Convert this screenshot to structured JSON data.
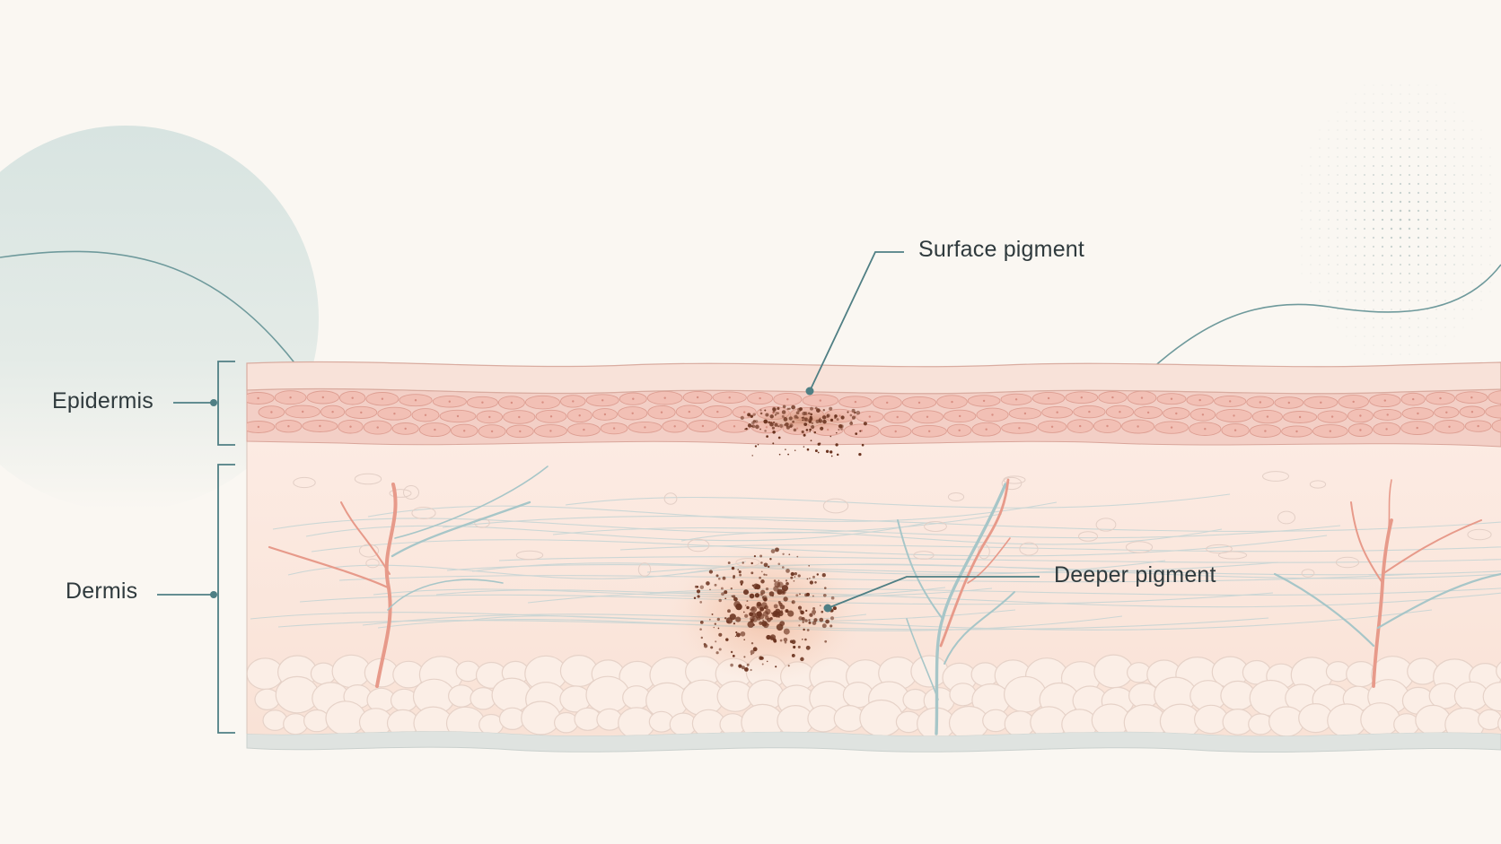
{
  "labels": {
    "epidermis": "Epidermis",
    "dermis": "Dermis",
    "surface_pigment": "Surface pigment",
    "deeper_pigment": "Deeper pigment"
  },
  "colors": {
    "background": "#faf7f2",
    "accent_teal": "#4f7f84",
    "epidermis_cells": "#f1c2b8",
    "dermis": "#fbe6dc",
    "pigment": "#6b3420",
    "vessel_red": "#e79a8a",
    "vessel_blue": "#a7c6c8"
  },
  "icons": [
    "decorative-circle-icon",
    "dot-grid-icon"
  ]
}
